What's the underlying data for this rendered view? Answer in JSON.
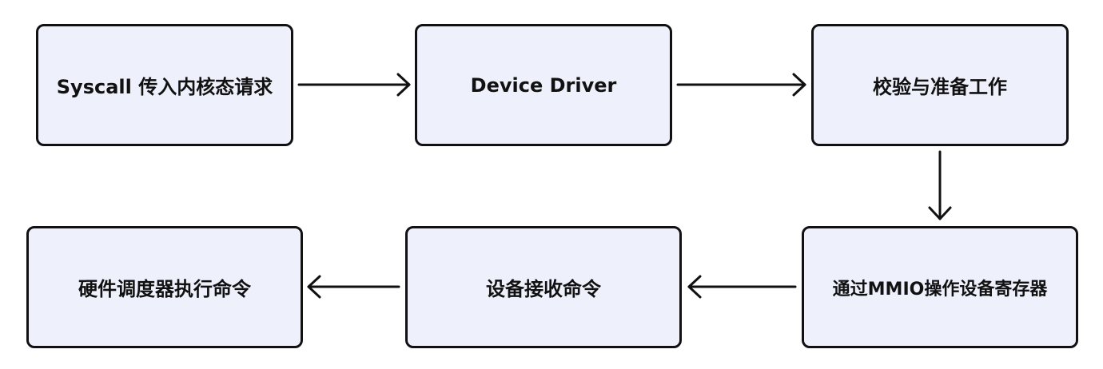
{
  "nodes": {
    "n1": {
      "label": "Syscall 传入内核态请求"
    },
    "n2": {
      "label": "Device Driver"
    },
    "n3": {
      "label": "校验与准备工作"
    },
    "n4": {
      "label": "通过MMIO操作设备寄存器"
    },
    "n5": {
      "label": "设备接收命令"
    },
    "n6": {
      "label": "硬件调度器执行命令"
    }
  },
  "edges": [
    {
      "from": "n1",
      "to": "n2"
    },
    {
      "from": "n2",
      "to": "n3"
    },
    {
      "from": "n3",
      "to": "n4"
    },
    {
      "from": "n4",
      "to": "n5"
    },
    {
      "from": "n5",
      "to": "n6"
    }
  ],
  "colors": {
    "node_fill": "#eef1fb",
    "stroke": "#111111"
  }
}
